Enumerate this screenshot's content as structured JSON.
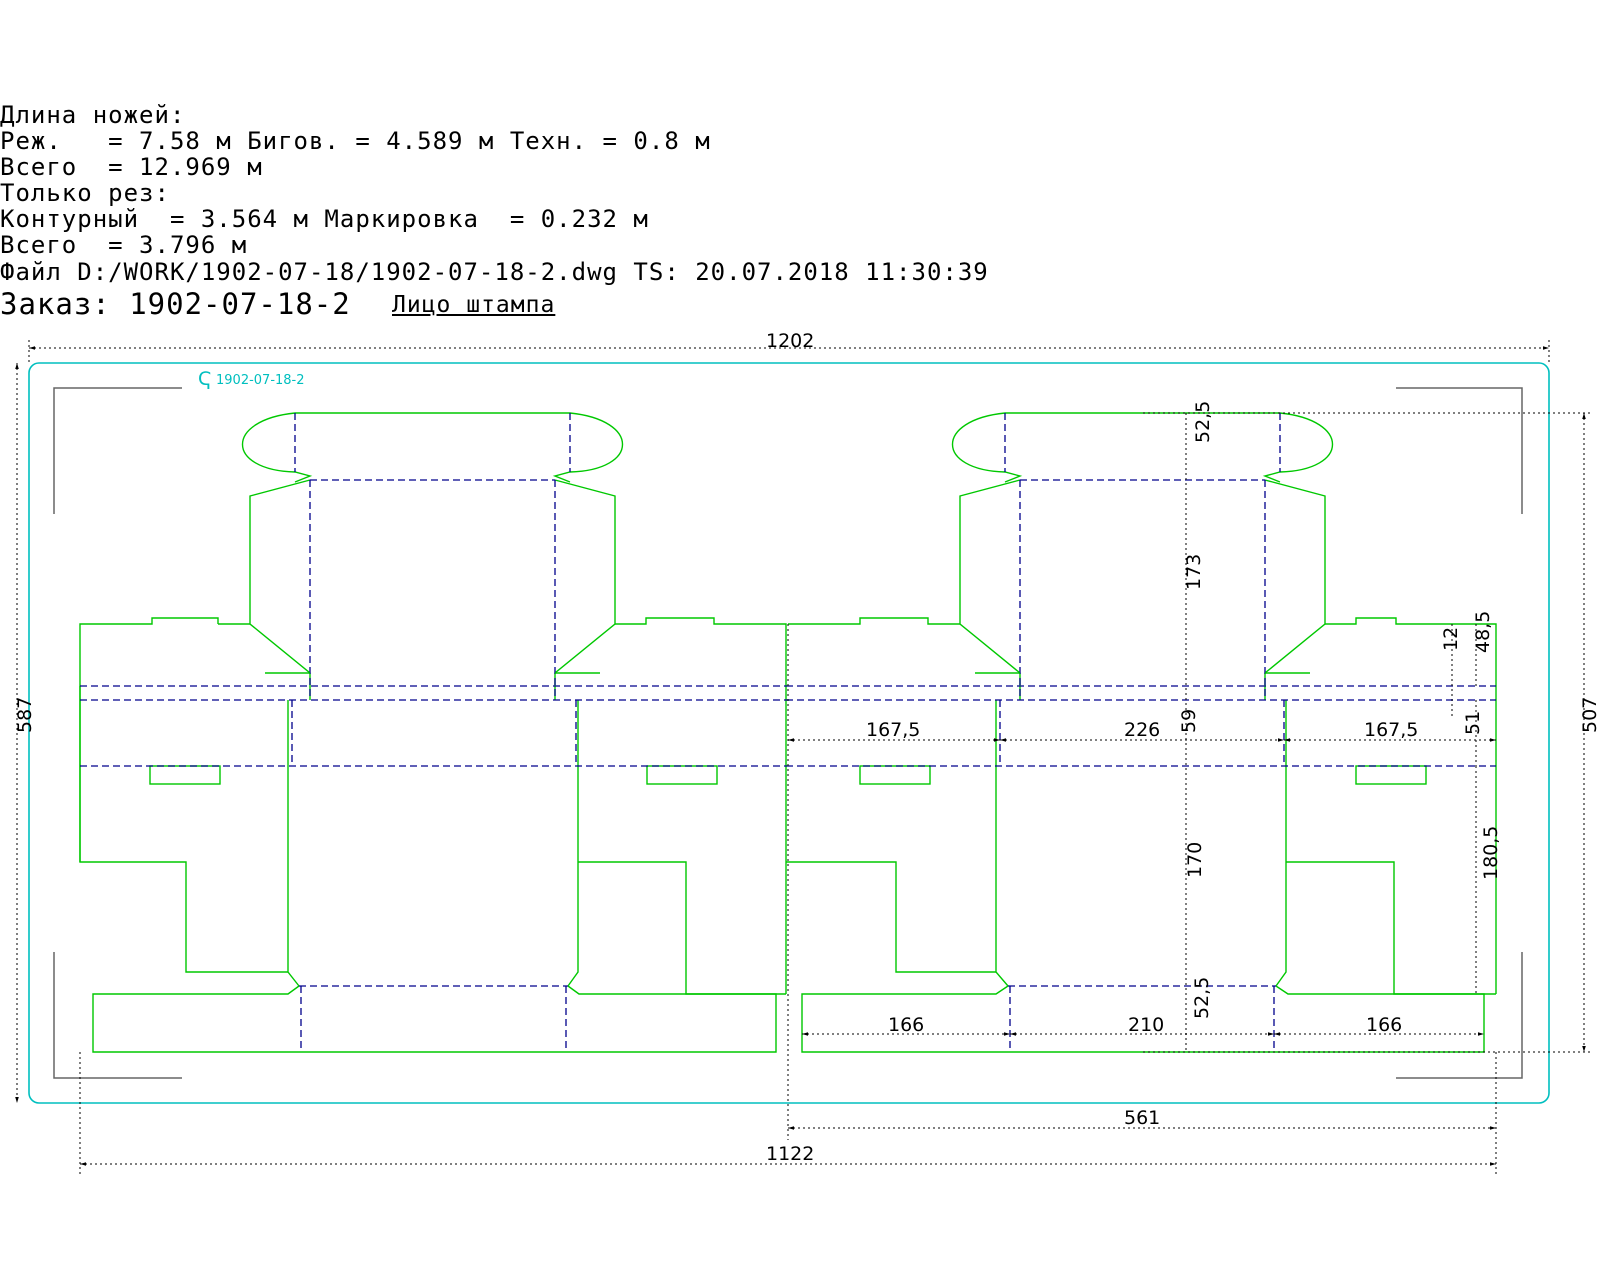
{
  "header": {
    "line1": "Длина ножей:",
    "line2": "Реж.   = 7.58 м Бигов. = 4.589 м Техн. = 0.8 м",
    "line3": "Всего  = 12.969 м",
    "line4": "Только рез:",
    "line5": "Контурный  = 3.564 м Маркировка  = 0.232 м",
    "line6": "Всего  = 3.796 м",
    "line7": "Файл D:/WORK/1902-07-18/1902-07-18-2.dwg TS: 20.07.2018 11:30:39",
    "order_label": "Заказ: 1902-07-18-2",
    "order_side": "Лицо штампа"
  },
  "stamp_label": "1902-07-18-2",
  "colors": {
    "cut": "#00c800",
    "crease": "#00008c",
    "frame": "#00bfbf",
    "dimension": "#000000"
  },
  "dimensions": {
    "overall_width": "1202",
    "overall_height": "587",
    "layout_width": "1122",
    "half_width": "561",
    "right_height": "507",
    "top_flap": "52,5",
    "upper_panel": "173",
    "middle_band": "59",
    "lower_panel": "170",
    "bottom_flap": "52,5",
    "side_panel_left": "167,5",
    "center_panel": "226",
    "side_panel_right": "167,5",
    "tab_12": "12",
    "tab_48": "48,5",
    "band_51": "51",
    "lower_side": "180,5",
    "bottom_left": "166",
    "bottom_center": "210",
    "bottom_right": "166"
  }
}
